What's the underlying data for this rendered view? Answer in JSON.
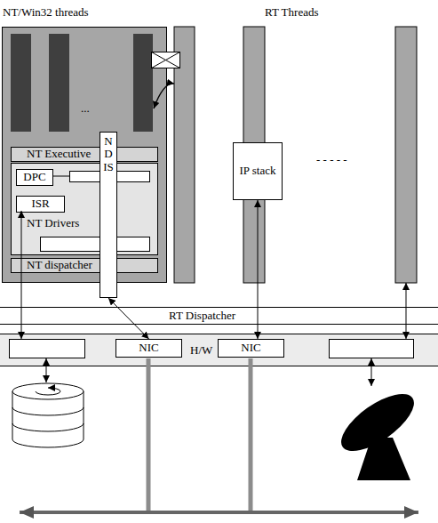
{
  "diagram": {
    "nodes": [
      {
        "text": [
          "NT/Win32 threads"
        ]
      },
      {
        "text": [
          "NT Executive"
        ],
        "in": 0
      },
      {
        "text": [
          "NT Drivers"
        ],
        "in": 0
      },
      {
        "text": [
          "DPC"
        ],
        "in": 2
      },
      {
        "text": [
          "ISR"
        ],
        "in": 2
      },
      {
        "text": [
          "NDIS"
        ],
        "in": 0
      },
      {
        "text": [
          "NT dispatcher"
        ],
        "in": 0
      },
      {
        "text": [
          "IP stack"
        ]
      },
      {
        "text": [
          "RT Dispatcher"
        ]
      },
      {
        "text": [
          "H/W"
        ]
      },
      {
        "text": [
          "NIC"
        ],
        "in": 9
      },
      {
        "text": [
          "NIC"
        ],
        "in": 9
      }
    ],
    "edges": [
      {
        "from": 5,
        "to": 10,
        "arrow": "both"
      },
      {
        "from": 7,
        "to": 11,
        "arrow": "both"
      }
    ],
    "labels": [
      "RT Threads",
      "...",
      "- - - - -"
    ]
  }
}
